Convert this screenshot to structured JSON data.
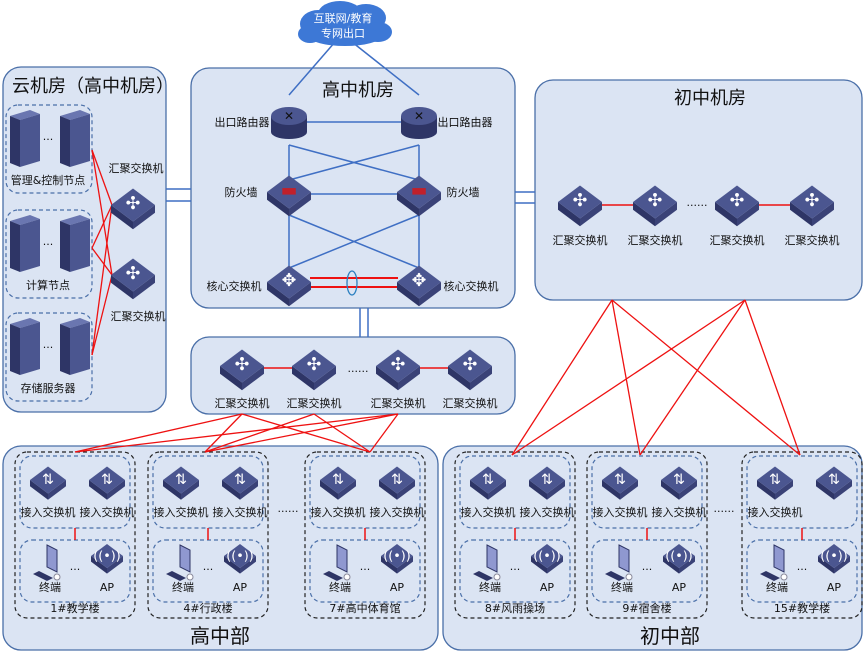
{
  "cloud": {
    "line1": "互联网/教育",
    "line2": "专网出口"
  },
  "cloud_room": {
    "title": "云机房（高中机房）",
    "groups": [
      "管理&控制节点",
      "计算节点",
      "存储服务器"
    ],
    "agg_switches": [
      "汇聚交换机",
      "汇聚交换机"
    ],
    "ellipsis": "..."
  },
  "hs_room": {
    "title": "高中机房",
    "routers": [
      "出口路由器",
      "出口路由器"
    ],
    "firewalls": [
      "防火墙",
      "防火墙"
    ],
    "cores": [
      "核心交换机",
      "核心交换机"
    ]
  },
  "hs_agg": {
    "switches": [
      "汇聚交换机",
      "汇聚交换机",
      "汇聚交换机",
      "汇聚交换机"
    ],
    "ellipsis": "......"
  },
  "jh_room": {
    "title": "初中机房",
    "switches": [
      "汇聚交换机",
      "汇聚交换机",
      "汇聚交换机",
      "汇聚交换机"
    ],
    "ellipsis": "......"
  },
  "hs_dept": {
    "title": "高中部",
    "ellipsis": "......",
    "buildings": [
      {
        "name": "1#教学楼",
        "switches": [
          "接入交换机",
          "接入交换机"
        ],
        "terminal": "终端",
        "ap": "AP"
      },
      {
        "name": "4#行政楼",
        "switches": [
          "接入交换机",
          "接入交换机"
        ],
        "terminal": "终端",
        "ap": "AP"
      },
      {
        "name": "7#高中体育馆",
        "switches": [
          "接入交换机",
          "接入交换机"
        ],
        "terminal": "终端",
        "ap": "AP"
      }
    ]
  },
  "jh_dept": {
    "title": "初中部",
    "ellipsis": "......",
    "buildings": [
      {
        "name": "8#风雨操场",
        "switches": [
          "接入交换机",
          "接入交换机"
        ],
        "terminal": "终端",
        "ap": "AP"
      },
      {
        "name": "9#宿舍楼",
        "switches": [
          "接入交换机",
          "接入交换机"
        ],
        "terminal": "终端",
        "ap": "AP"
      },
      {
        "name": "15#教学楼",
        "switches": [
          "接入交换机",
          ""
        ],
        "terminal": "终端",
        "ap": "AP"
      }
    ]
  },
  "colors": {
    "panel": "#dbe4f3",
    "panel_border": "#4a6fa8",
    "device": "#4b5690",
    "link_blue": "#3f6fc4",
    "link_red": "#ee1111",
    "cloud": "#3d78d6"
  }
}
